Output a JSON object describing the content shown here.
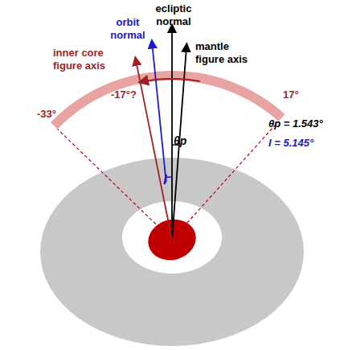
{
  "diagram": {
    "labels": [
      "ecliptic normal",
      "orbit normal",
      "mantle figure axis",
      "inner core figure axis",
      "-17°?",
      "-33°",
      "17°",
      "θp",
      "I",
      "θp = 1.543°",
      "I = 5.145°"
    ]
  }
}
